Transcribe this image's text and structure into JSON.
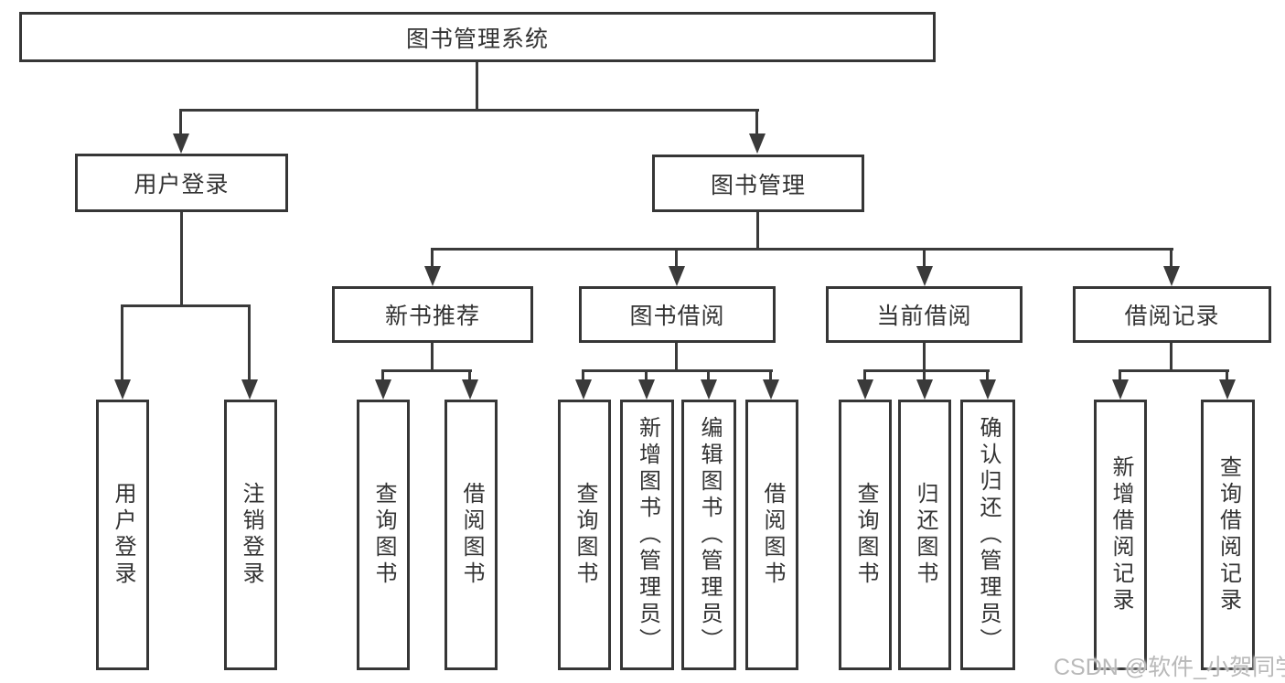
{
  "colors": {
    "line": "#3a3a3a",
    "box_border": "#363636",
    "text": "#333333",
    "watermark": "#b9b9b9",
    "background": "#ffffff"
  },
  "watermark": {
    "text": "CSDN @软件_小贺同学"
  },
  "tree": {
    "root": "图书管理系统",
    "children": [
      {
        "label": "用户登录",
        "children": [
          "用户登录",
          "注销登录"
        ]
      },
      {
        "label": "图书管理",
        "children": [
          {
            "label": "新书推荐",
            "children": [
              "查询图书",
              "借阅图书"
            ]
          },
          {
            "label": "图书借阅",
            "children": [
              "查询图书",
              "新增图书（管理员）",
              "编辑图书（管理员）",
              "借阅图书"
            ]
          },
          {
            "label": "当前借阅",
            "children": [
              "查询图书",
              "归还图书",
              "确认归还（管理员）"
            ]
          },
          {
            "label": "借阅记录",
            "children": [
              "新增借阅记录",
              "查询借阅记录"
            ]
          }
        ]
      }
    ]
  }
}
